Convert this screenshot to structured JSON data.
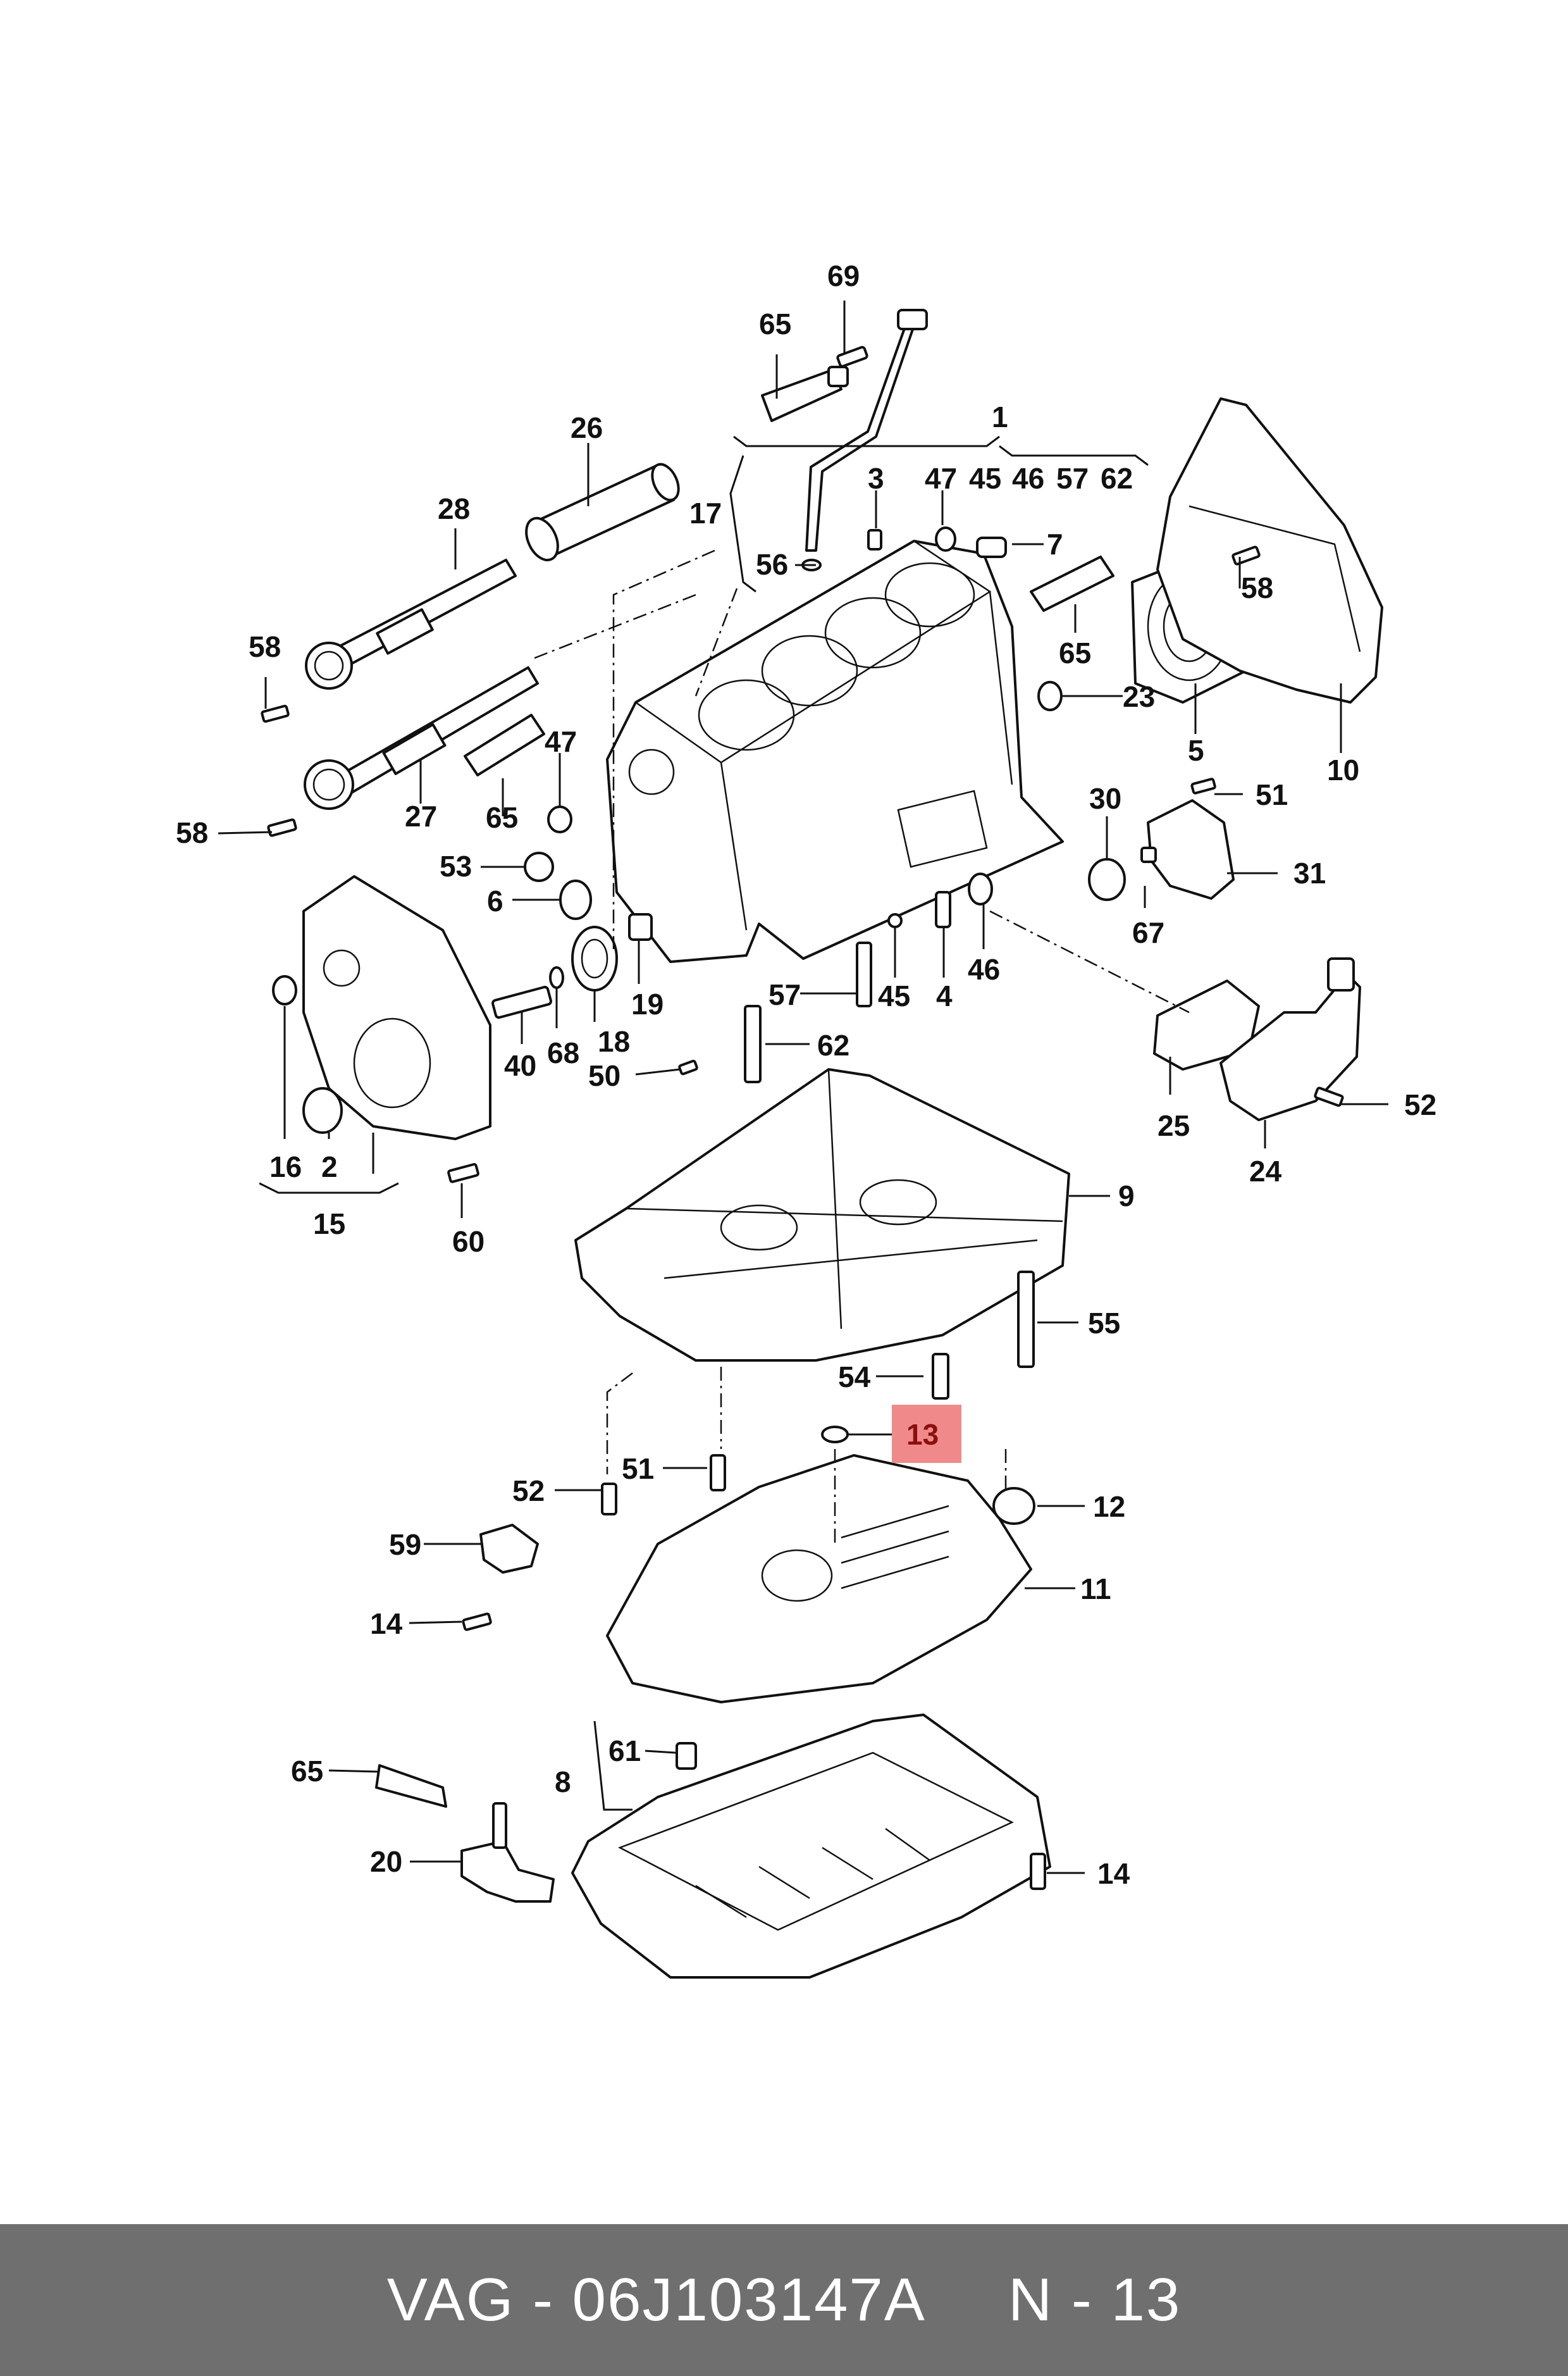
{
  "footer": {
    "part_number": "VAG - 06J103147A",
    "position": "N - 13"
  },
  "highlight": {
    "label": "13",
    "color": "#f08a8a"
  },
  "callouts": [
    {
      "id": "c69",
      "label": "69"
    },
    {
      "id": "c65a",
      "label": "65"
    },
    {
      "id": "c1",
      "label": "1"
    },
    {
      "id": "c26",
      "label": "26"
    },
    {
      "id": "c28",
      "label": "28"
    },
    {
      "id": "c17",
      "label": "17"
    },
    {
      "id": "c3",
      "label": "3"
    },
    {
      "id": "c47a",
      "label": "47"
    },
    {
      "id": "c45a",
      "label": "45"
    },
    {
      "id": "c46a",
      "label": "46"
    },
    {
      "id": "c57a",
      "label": "57"
    },
    {
      "id": "c62a",
      "label": "62"
    },
    {
      "id": "c56",
      "label": "56"
    },
    {
      "id": "c7",
      "label": "7"
    },
    {
      "id": "c58a",
      "label": "58"
    },
    {
      "id": "c58b",
      "label": "58"
    },
    {
      "id": "c65b",
      "label": "65"
    },
    {
      "id": "c23",
      "label": "23"
    },
    {
      "id": "c47b",
      "label": "47"
    },
    {
      "id": "c5",
      "label": "5"
    },
    {
      "id": "c10",
      "label": "10"
    },
    {
      "id": "c58c",
      "label": "58"
    },
    {
      "id": "c27",
      "label": "27"
    },
    {
      "id": "c65c",
      "label": "65"
    },
    {
      "id": "c30",
      "label": "30"
    },
    {
      "id": "c51a",
      "label": "51"
    },
    {
      "id": "c53",
      "label": "53"
    },
    {
      "id": "c31",
      "label": "31"
    },
    {
      "id": "c6",
      "label": "6"
    },
    {
      "id": "c67",
      "label": "67"
    },
    {
      "id": "c57b",
      "label": "57"
    },
    {
      "id": "c45b",
      "label": "45"
    },
    {
      "id": "c4",
      "label": "4"
    },
    {
      "id": "c46b",
      "label": "46"
    },
    {
      "id": "c19",
      "label": "19"
    },
    {
      "id": "c18",
      "label": "18"
    },
    {
      "id": "c62b",
      "label": "62"
    },
    {
      "id": "c40",
      "label": "40"
    },
    {
      "id": "c68",
      "label": "68"
    },
    {
      "id": "c50",
      "label": "50"
    },
    {
      "id": "c25",
      "label": "25"
    },
    {
      "id": "c52a",
      "label": "52"
    },
    {
      "id": "c24",
      "label": "24"
    },
    {
      "id": "c16",
      "label": "16"
    },
    {
      "id": "c2",
      "label": "2"
    },
    {
      "id": "c15",
      "label": "15"
    },
    {
      "id": "c9",
      "label": "9"
    },
    {
      "id": "c60",
      "label": "60"
    },
    {
      "id": "c55",
      "label": "55"
    },
    {
      "id": "c54",
      "label": "54"
    },
    {
      "id": "c13",
      "label": "13"
    },
    {
      "id": "c51b",
      "label": "51"
    },
    {
      "id": "c52b",
      "label": "52"
    },
    {
      "id": "c12",
      "label": "12"
    },
    {
      "id": "c59",
      "label": "59"
    },
    {
      "id": "c11",
      "label": "11"
    },
    {
      "id": "c14a",
      "label": "14"
    },
    {
      "id": "c61",
      "label": "61"
    },
    {
      "id": "c8",
      "label": "8"
    },
    {
      "id": "c65d",
      "label": "65"
    },
    {
      "id": "c20",
      "label": "20"
    },
    {
      "id": "c14b",
      "label": "14"
    }
  ]
}
